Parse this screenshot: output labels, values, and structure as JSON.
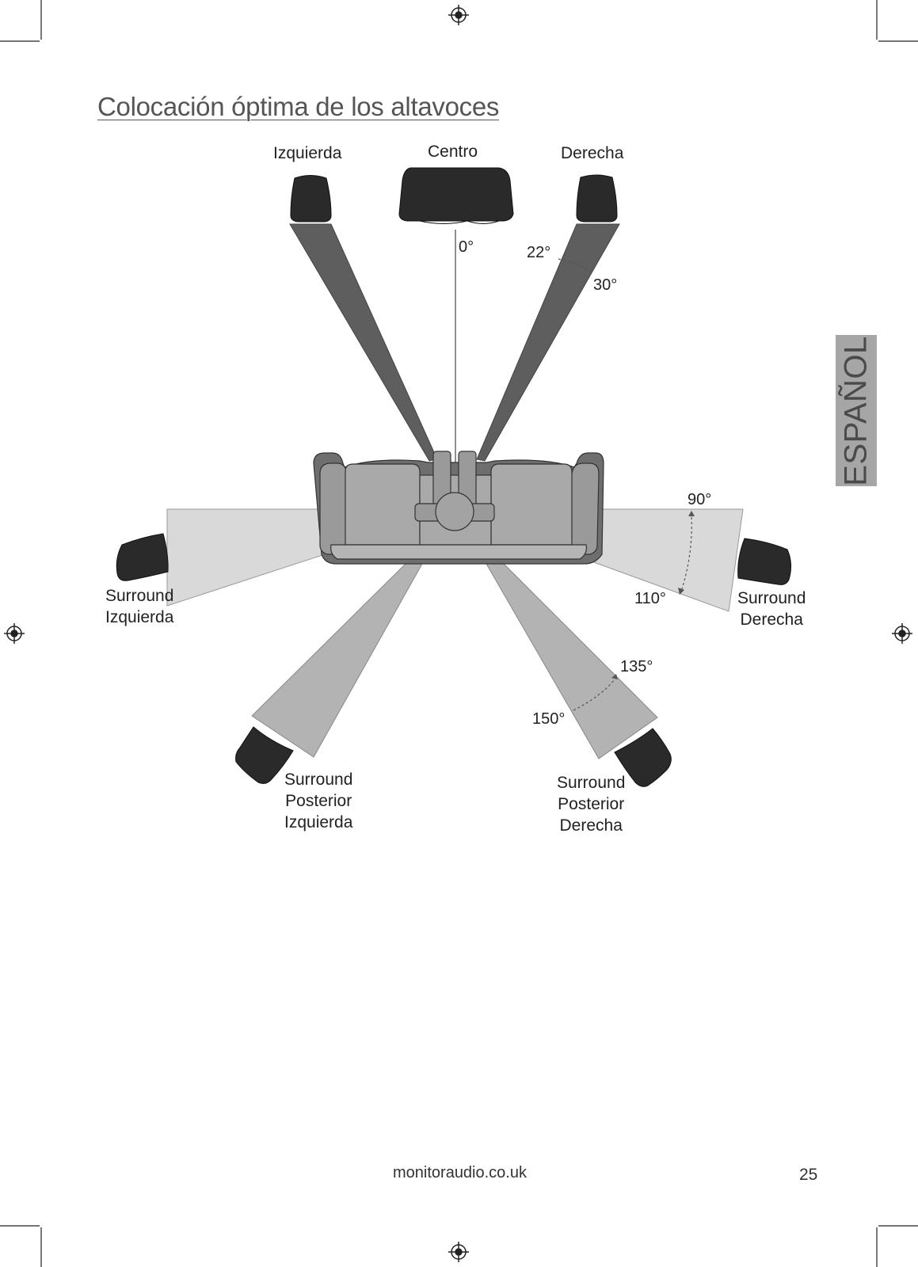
{
  "title": "Colocación óptima de los altavoces",
  "side_tab": {
    "label": "ESPAÑOL"
  },
  "speakers": {
    "left": "Izquierda",
    "center": "Centro",
    "right": "Derecha",
    "surround_left": [
      "Surround",
      "Izquierda"
    ],
    "surround_right": [
      "Surround",
      "Derecha"
    ],
    "rear_left": [
      "Surround",
      "Posterior",
      "Izquierda"
    ],
    "rear_right": [
      "Surround",
      "Posterior",
      "Derecha"
    ]
  },
  "angles": {
    "center": "0°",
    "front_min": "22°",
    "front_max": "30°",
    "side_min": "90°",
    "side_max": "110°",
    "rear_min": "135°",
    "rear_max": "150°"
  },
  "footer": {
    "url": "monitoraudio.co.uk",
    "page_number": "25"
  }
}
